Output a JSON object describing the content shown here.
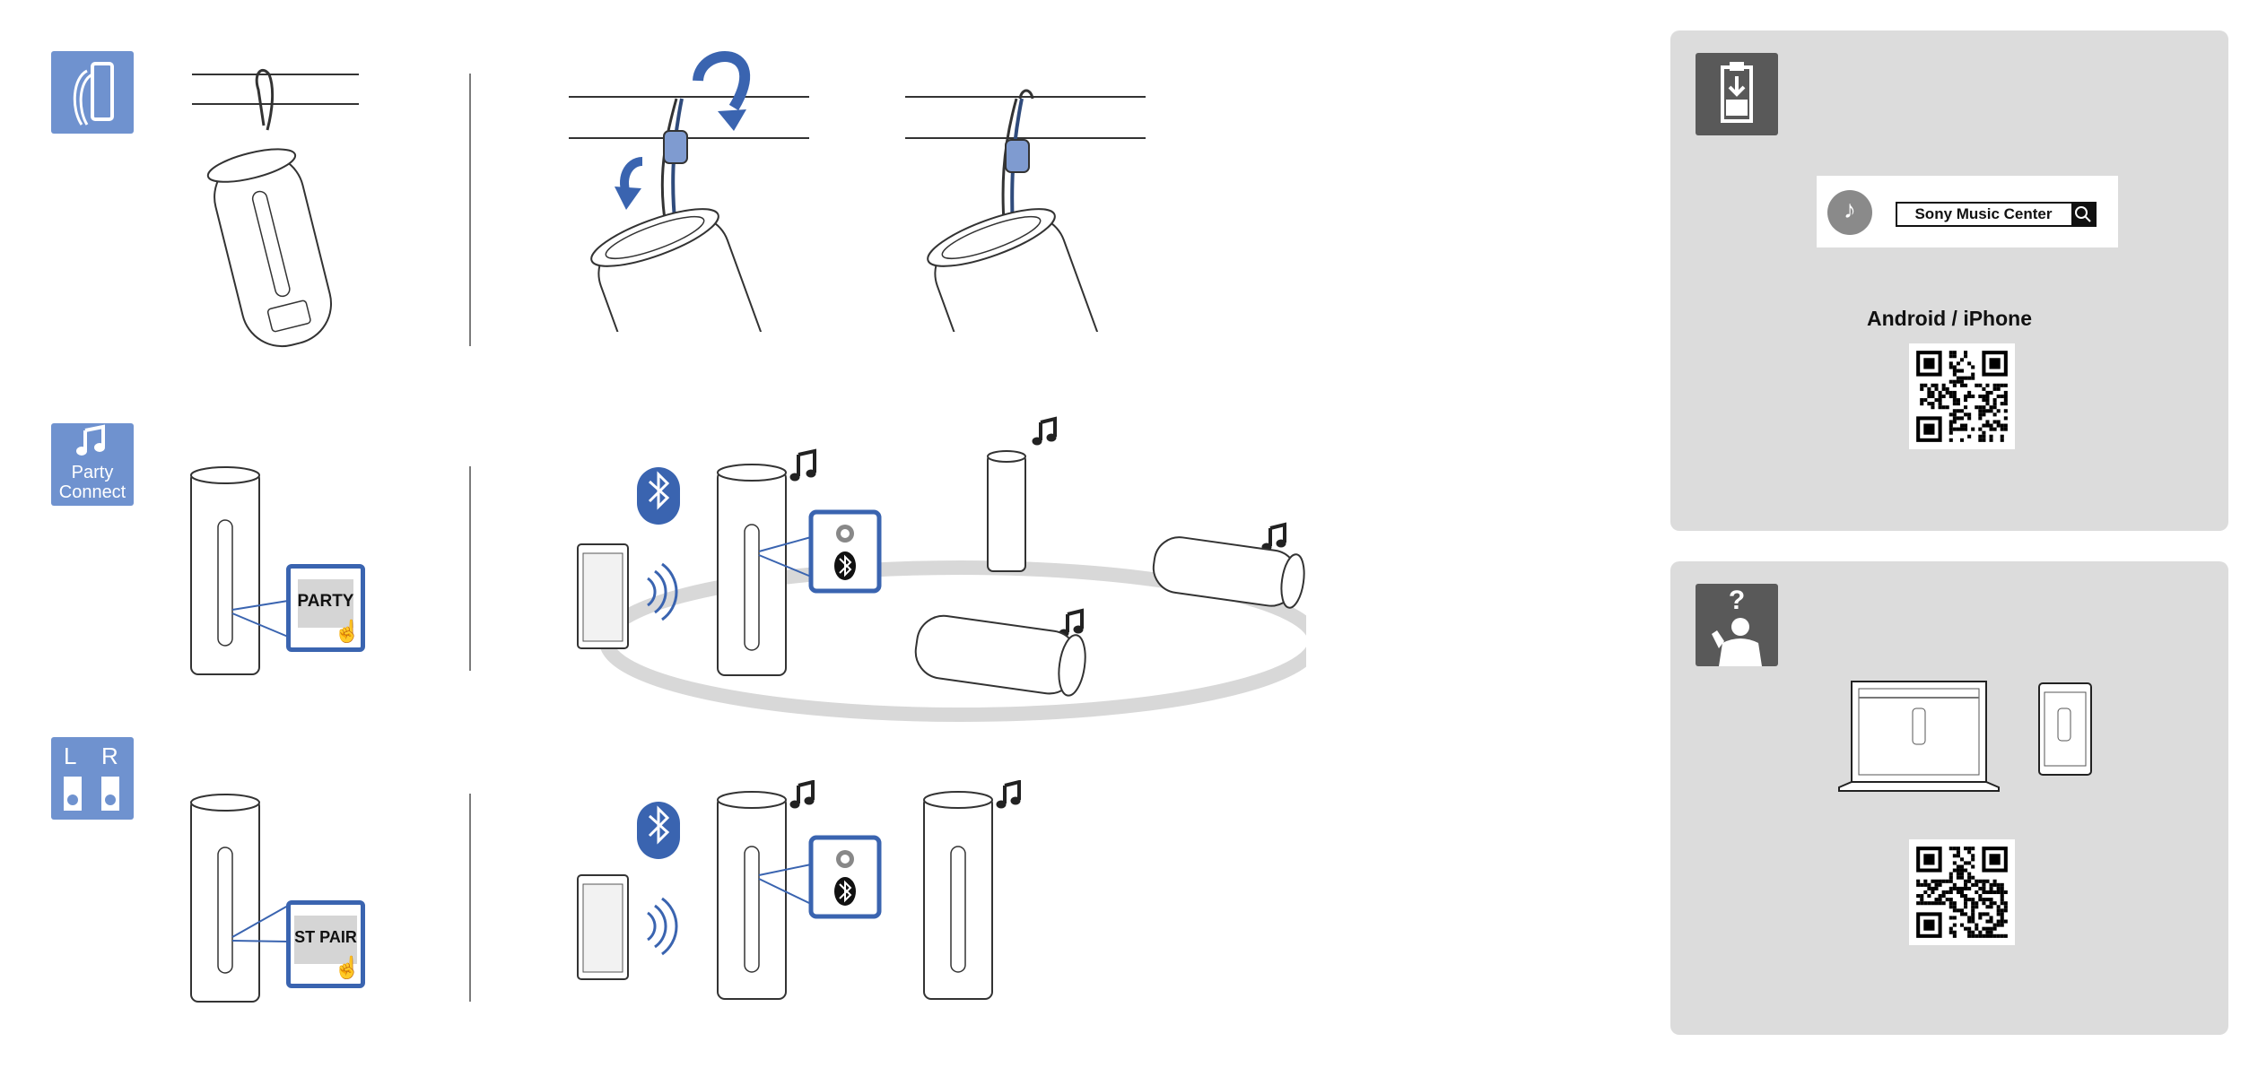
{
  "sections": {
    "party": {
      "icon_label_line1": "Party",
      "icon_label_line2": "Connect",
      "button_label": "PARTY"
    },
    "stereo": {
      "icon_label_left": "L",
      "icon_label_right": "R",
      "button_label": "ST PAIR"
    }
  },
  "app_panel": {
    "search_text": "Sony Music Center",
    "platforms": "Android / iPhone"
  },
  "help_panel": {
    "icon_symbol": "?"
  },
  "colors": {
    "accent": "#6f92cf",
    "accent_dark": "#3a64b0",
    "panel_bg": "#dcdcdc",
    "panel_icon": "#595959"
  },
  "icons": [
    "strap-icon",
    "party-connect-icon",
    "stereo-pair-icon",
    "download-app-icon",
    "help-icon",
    "bluetooth-icon",
    "music-note-icon",
    "search-icon",
    "smartphone-icon",
    "laptop-icon",
    "qr-code-icon"
  ]
}
